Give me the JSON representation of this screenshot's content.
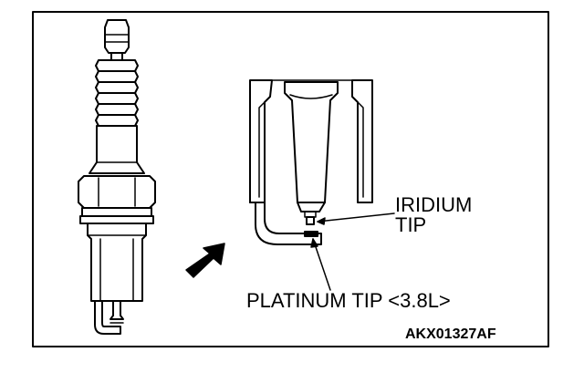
{
  "diagram": {
    "labels": {
      "iridium_line1": "IRIDIUM",
      "iridium_line2": "TIP",
      "platinum": "PLATINUM TIP <3.8L>",
      "figure_code": "AKX01327AF"
    },
    "colors": {
      "ink": "#000000",
      "paper": "#ffffff"
    }
  }
}
